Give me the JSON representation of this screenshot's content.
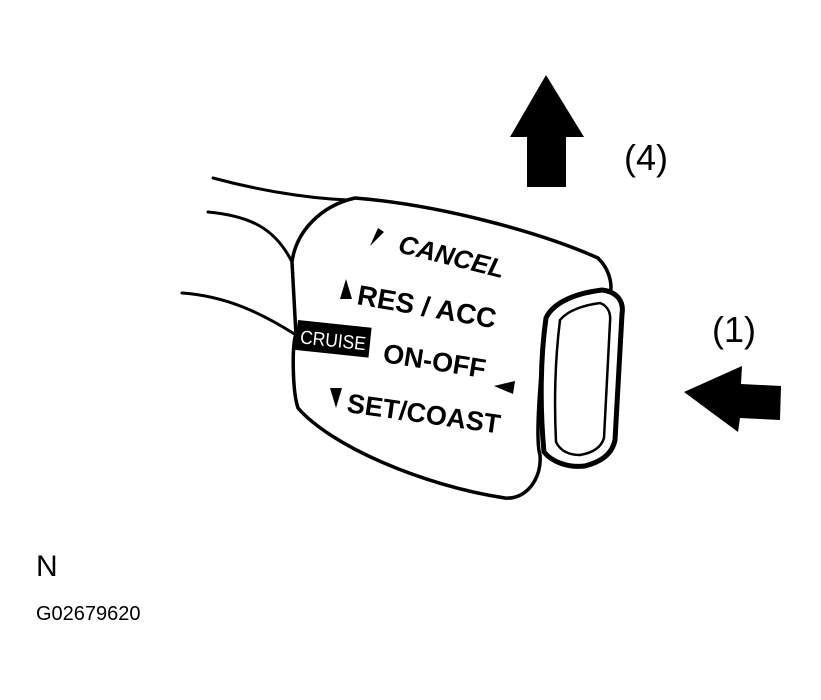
{
  "callouts": {
    "up": "(4)",
    "side": "(1)"
  },
  "switch": {
    "cancel": "CANCEL",
    "res_acc": "RES / ACC",
    "cruise_badge": "CRUISE",
    "on_off": "ON-OFF",
    "set_coast": "SET/COAST"
  },
  "caption": {
    "code": "N",
    "figure_id": "G02679620"
  },
  "colors": {
    "ink": "#000000",
    "paper": "#ffffff"
  }
}
